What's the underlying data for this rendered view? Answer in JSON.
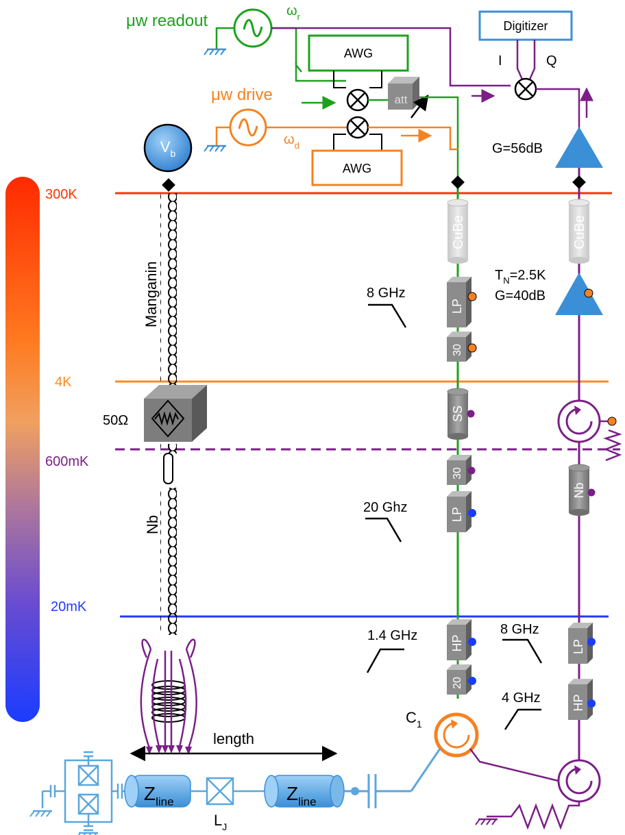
{
  "temperature_stages": [
    {
      "label": "300K",
      "color": "#ff3300"
    },
    {
      "label": "4K",
      "color": "#ff8a1e"
    },
    {
      "label": "600mK",
      "color": "#7a1f86"
    },
    {
      "label": "20mK",
      "color": "#2337ff"
    }
  ],
  "room_temp": {
    "readout_label": "μw readout",
    "omega_r": "ω",
    "omega_r_sub": "r",
    "drive_label": "μw drive",
    "omega_d": "ω",
    "omega_d_sub": "d",
    "awg_top": "AWG",
    "awg_bottom": "AWG",
    "att": "att",
    "digitizer": "Digitizer",
    "i_label": "I",
    "q_label": "Q",
    "gain_label": "G=56dB"
  },
  "bias_line": {
    "source": "V",
    "source_sub": "b",
    "manganin": "Manganin",
    "resistor": "50Ω",
    "nb": "Nb"
  },
  "drive_line": {
    "cube_top": "CuBe",
    "lp_label": "8 GHz",
    "lp_block": "LP",
    "att_30_upper": "30",
    "ss_block": "SS",
    "att_30_lower": "30",
    "lp2_label": "20 Ghz",
    "lp2_block": "LP",
    "hp_label": "1.4 GHz",
    "hp_block": "HP",
    "att_20": "20",
    "circulator": "C",
    "circulator_sub": "1"
  },
  "output_line": {
    "cube_top": "CuBe",
    "amp_tn": "T",
    "amp_tn_sub": "N",
    "amp_tn_val": "=2.5K",
    "amp_gain": "G=40dB",
    "nb_block": "Nb",
    "lp_label": "8 GHz",
    "lp_block": "LP",
    "hp_label": "4 GHz",
    "hp_block": "HP"
  },
  "device": {
    "length_label": "length",
    "zline_left": "Z",
    "zline_left_sub": "line",
    "zline_right": "Z",
    "zline_right_sub": "line",
    "junction": "L",
    "junction_sub": "J"
  },
  "colors": {
    "readout": "#1ea01e",
    "drive": "#f58220",
    "output": "#7a1f86",
    "component_gray": "#8c8c8c",
    "cube_light": "#dcdcdc",
    "amp_blue": "#3b8fd6",
    "device_blue": "#5aa6dd"
  }
}
